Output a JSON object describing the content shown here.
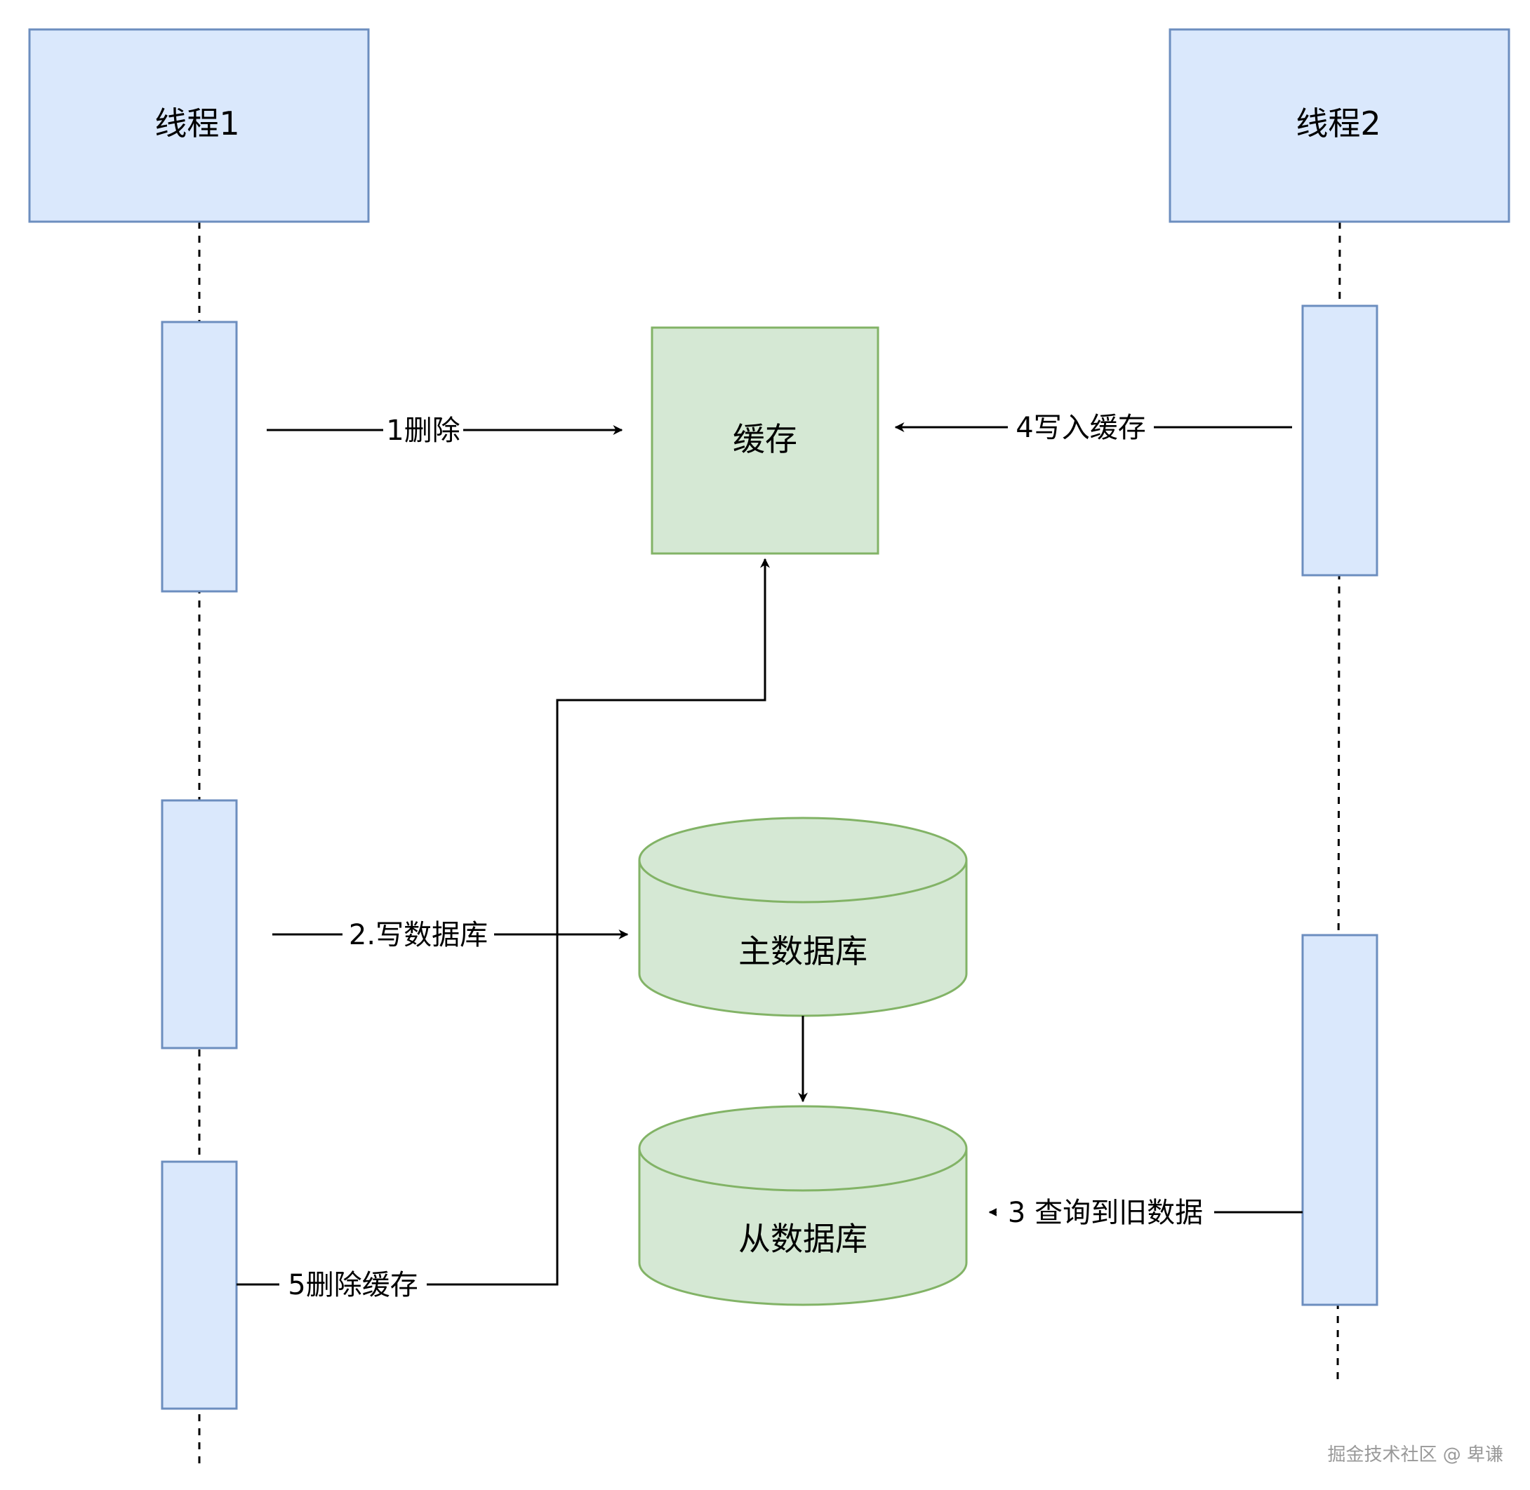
{
  "threads": {
    "t1": {
      "label": "线程1"
    },
    "t2": {
      "label": "线程2"
    }
  },
  "nodes": {
    "cache": {
      "label": "缓存"
    },
    "master_db": {
      "label": "主数据库"
    },
    "slave_db": {
      "label": "从数据库"
    }
  },
  "edges": {
    "e1": {
      "label": "1删除"
    },
    "e2": {
      "label": "2.写数据库"
    },
    "e3": {
      "label": "3 查询到旧数据"
    },
    "e4": {
      "label": "4写入缓存"
    },
    "e5": {
      "label": "5删除缓存"
    }
  },
  "watermark": {
    "text": "掘金技术社区 @ 卑谦"
  },
  "colors": {
    "thread_fill": "#dae8fc",
    "thread_stroke": "#6c8ebf",
    "store_fill": "#d5e8d4",
    "store_stroke": "#82b366"
  }
}
